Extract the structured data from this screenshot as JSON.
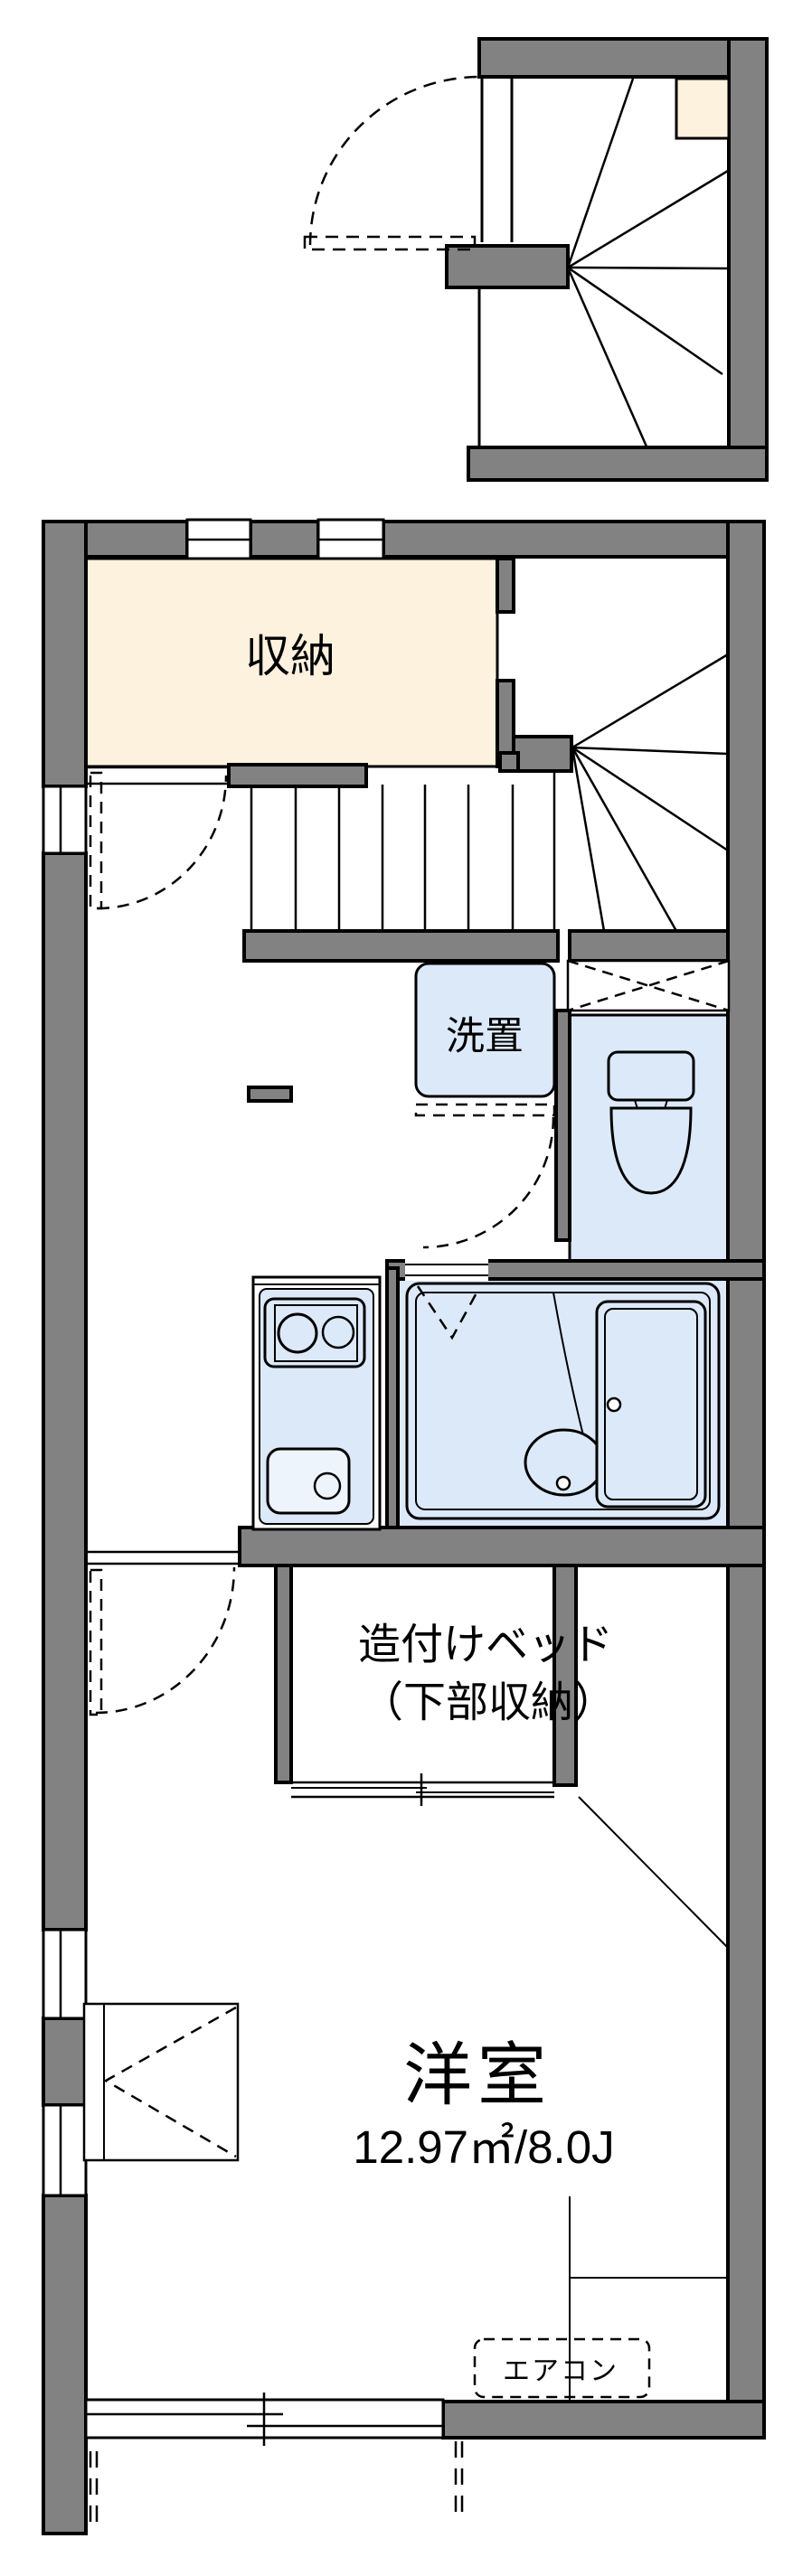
{
  "floorplan": {
    "labels": {
      "storage": "収納",
      "laundry_space": "洗置",
      "built_in_bed": "造付けベッド",
      "built_in_bed_sub": "（下部収納）",
      "western_room": "洋室",
      "western_room_area": "12.97㎡/8.0J",
      "air_conditioner": "エアコン"
    },
    "colors": {
      "wall_fill": "#828282",
      "storage_floor": "#fcf2dd",
      "wet_area_floor": "#dce9f8",
      "outline": "#000000",
      "background": "#ffffff"
    }
  }
}
